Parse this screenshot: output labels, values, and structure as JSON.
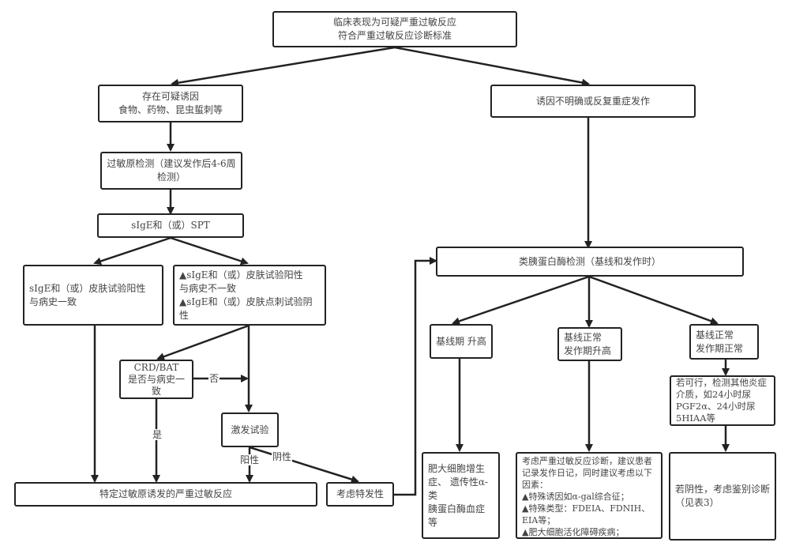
{
  "nodes": {
    "start": "临床表现为可疑严重过敏反应\n符合严重过敏反应诊断标准",
    "suspected_trigger": "存在可疑诱因\n食物、药物、昆虫蜇刺等",
    "unclear_trigger": "诱因不明确或反复重症发作",
    "allergen_test": "过敏原检测（建议发作后4-6周\n检测）",
    "sige_spt": "sIgE和（或）SPT",
    "consistent": "sIgE和（或）皮肤试验阳性\n与病史一致",
    "inconsistent": "▲sIgE和（或）皮肤试验阳性\n与病史不一致\n▲sIgE和（或）皮肤点刺试验阴性",
    "crd_bat": "CRD/BAT\n是否与病史一\n致",
    "challenge": "激发试验",
    "specific_allergen": "特定过敏原诱发的严重过敏反应",
    "idiopathic": "考虑特发性",
    "tryptase": "类胰蛋白酶检测（基线和发作时）",
    "baseline_high": "基线期 升高",
    "baseline_normal_attack_high": "基线正常\n发作期升高",
    "baseline_normal_attack_normal": "基线正常\n发作期正常",
    "mastocytosis": "肥大细胞增生\n症、 遗传性α-类\n胰蛋白酶血症等",
    "consider_anaphylaxis": "考虑严重过敏反应诊断，建议患者记录发作日记，同时建议考虑以下因素：\n▲特殊诱因如α-gal综合征；\n▲特殊类型：FDEIA、FDNIH、EIA等；\n▲肥大细胞活化障碍疾病；",
    "other_mediators": "若可行，检测其他炎症介质，如24小时尿PGF2α、24小时尿5HIAA等",
    "differential": "若阴性，考虑鉴别诊断\n（见表3）"
  },
  "edge_labels": {
    "no": "否",
    "yes": "是",
    "positive": "阳性",
    "negative": "阴性"
  }
}
